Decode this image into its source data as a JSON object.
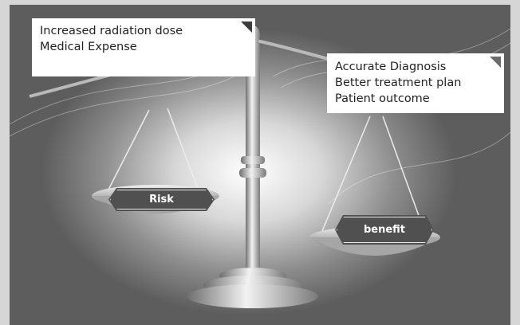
{
  "risk_card": {
    "lines": [
      "Increased radiation dose",
      "Medical Expense"
    ]
  },
  "benefit_card": {
    "lines": [
      "Accurate Diagnosis",
      "Better treatment plan",
      "Patient outcome"
    ]
  },
  "labels": {
    "risk": "Risk",
    "benefit": "benefit"
  },
  "colors": {
    "card_background": "#ffffff",
    "plate_background": "#505050",
    "plate_text": "#ffffff",
    "scale_metal": "#bdbdbd"
  },
  "icons": [
    "balance-scale-illustration",
    "corner-fold-icon"
  ]
}
